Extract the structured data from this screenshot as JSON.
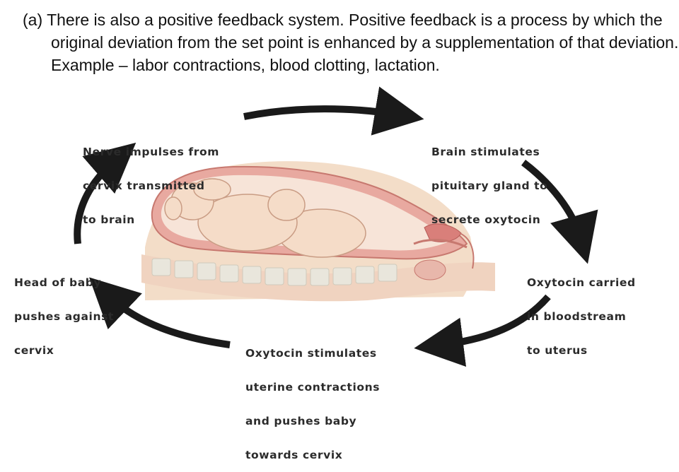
{
  "slide": {
    "paragraph": "(a) There is also a positive feedback system. Positive feedback is a process by which the original deviation from the set point is enhanced by a supplementation of that deviation. Example – labor contractions, blood clotting, lactation."
  },
  "diagram": {
    "labels": {
      "nerve_impulses": [
        "Nerve impulses from",
        "cervix transmitted",
        "to brain"
      ],
      "brain_stimulates": [
        "Brain stimulates",
        "pituitary gland to",
        "secrete oxytocin"
      ],
      "oxytocin_carried": [
        "Oxytocin carried",
        "in bloodstream",
        "to uterus"
      ],
      "oxytocin_stimulates": [
        "Oxytocin stimulates",
        "uterine contractions",
        "and pushes baby",
        "towards cervix"
      ],
      "head_of_baby": [
        "Head of baby",
        "pushes against",
        "cervix"
      ]
    },
    "arrow_color": "#1a1a1a",
    "colors": {
      "uterus_wall": "#e8a9a0",
      "baby_skin": "#f5dcc8",
      "body_tissue": "#f3ddc8",
      "spine": "#e9e6dc"
    }
  }
}
